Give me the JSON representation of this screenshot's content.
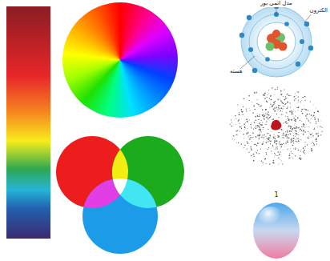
{
  "diagram": {
    "labels": [
      "مدل اتمی بور",
      "الکترون",
      "هسته",
      "1"
    ]
  }
}
